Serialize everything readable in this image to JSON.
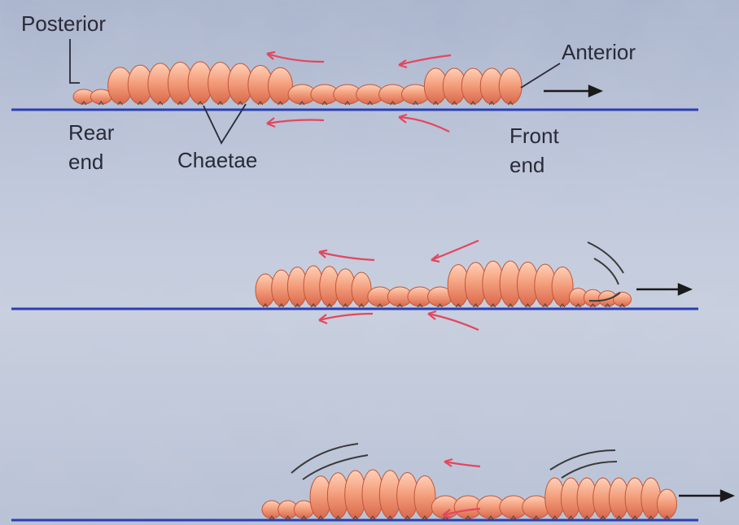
{
  "labels": {
    "posterior": "Posterior",
    "anterior": "Anterior",
    "rear_end_line1": "Rear",
    "rear_end_line2": "end",
    "chaetae": "Chaetae",
    "front_end_line1": "Front",
    "front_end_line2": "end"
  },
  "colors": {
    "ground_line": "#2b3fb3",
    "worm_fill": "#f09a78",
    "worm_highlight": "#ffd0b8",
    "worm_stroke": "#c0573a",
    "movement_arrow": "#e3475f",
    "direction_arrow": "#1a1a1a",
    "label_text": "#2a2a38"
  },
  "stages": [
    {
      "stage": 1,
      "description_visible": false
    },
    {
      "stage": 2,
      "description_visible": false
    },
    {
      "stage": 3,
      "description_visible": false
    }
  ]
}
